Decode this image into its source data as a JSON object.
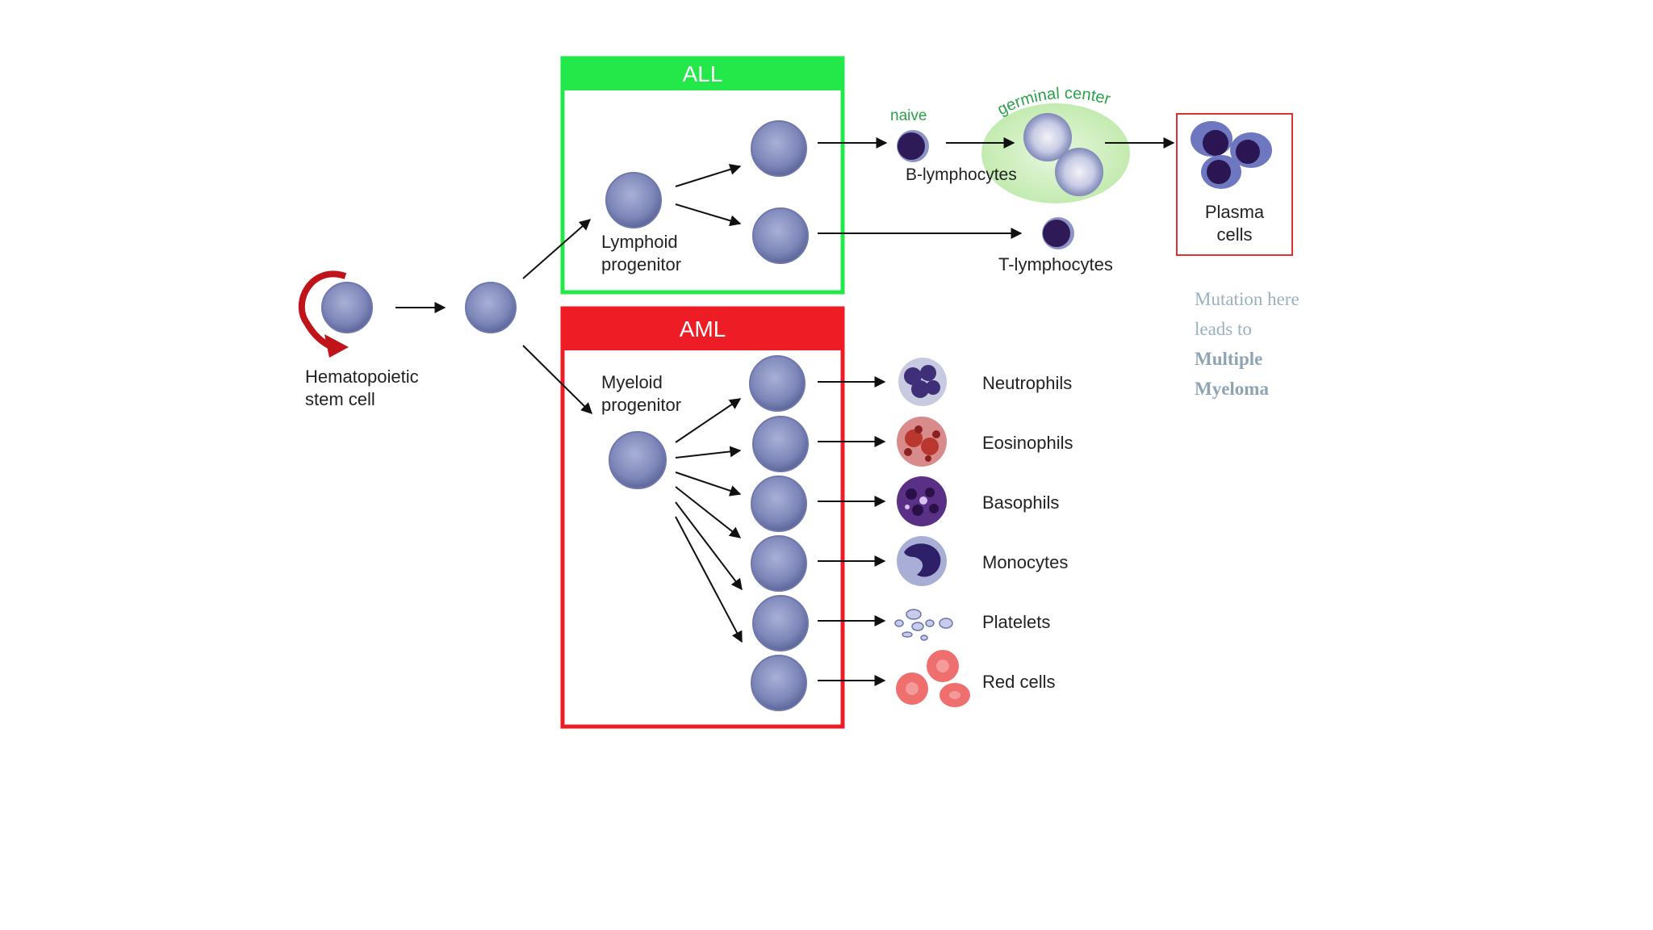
{
  "colors": {
    "all_green": "#22e84a",
    "aml_red": "#ee1c25",
    "plasma_border": "#e03131",
    "cell_fill": "#7d86b8",
    "germinal": "#c9eeb4",
    "note_text": "#9bb0bd"
  },
  "boxes": {
    "all_label": "ALL",
    "aml_label": "AML"
  },
  "labels": {
    "stem_cell": [
      "Hematopoietic",
      "stem cell"
    ],
    "lymphoid_progenitor": [
      "Lymphoid",
      "progenitor"
    ],
    "myeloid_progenitor": [
      "Myeloid",
      "progenitor"
    ],
    "naive": "naive",
    "germinal_center": "germinal center",
    "b_lymphocytes": "B-lymphocytes",
    "t_lymphocytes": "T-lymphocytes",
    "plasma_cells": [
      "Plasma",
      "cells"
    ]
  },
  "myeloid_outputs": [
    "Neutrophils",
    "Eosinophils",
    "Basophils",
    "Monocytes",
    "Platelets",
    "Red cells"
  ],
  "note": {
    "line1": "Mutation here",
    "line2": "leads to",
    "line3": "Multiple",
    "line4": "Myeloma"
  }
}
